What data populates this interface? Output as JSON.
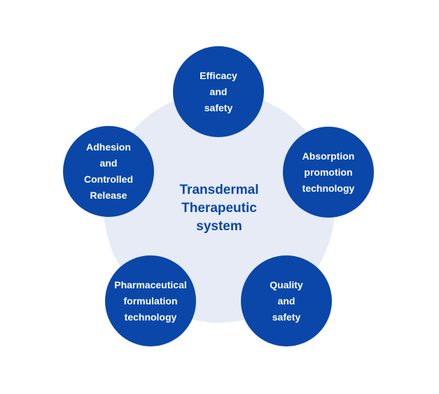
{
  "center": {
    "lines": [
      "Transdermal",
      "Therapeutic",
      "system"
    ]
  },
  "nodes": {
    "efficacy": {
      "lines": [
        "Efficacy",
        "and",
        "safety"
      ]
    },
    "absorption": {
      "lines": [
        "Absorption",
        "promotion",
        "technology"
      ]
    },
    "quality": {
      "lines": [
        "Quality",
        "and",
        "safety"
      ]
    },
    "pharma": {
      "lines": [
        "Pharmaceutical",
        "formulation",
        "technology"
      ]
    },
    "adhesion": {
      "lines": [
        "Adhesion",
        "and",
        "Controlled",
        "Release"
      ]
    }
  },
  "colors": {
    "node_fill": "#0a47a8",
    "center_fill": "#e6ebf5",
    "center_text": "#0a47a8",
    "node_text": "#ffffff"
  }
}
